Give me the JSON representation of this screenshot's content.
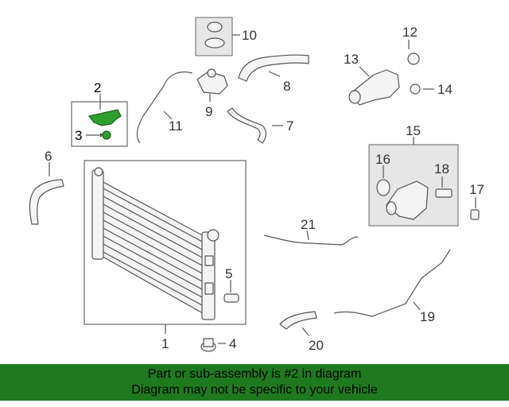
{
  "banner": {
    "line1": "Part or sub-assembly is #2 in diagram",
    "line2": "Diagram may not be specific to your vehicle",
    "background": "#1f7a1f"
  },
  "callouts": {
    "c1": "1",
    "c2": "2",
    "c3": "3",
    "c4": "4",
    "c5": "5",
    "c6": "6",
    "c7": "7",
    "c8": "8",
    "c9": "9",
    "c10": "10",
    "c11": "11",
    "c12": "12",
    "c13": "13",
    "c14": "14",
    "c15": "15",
    "c16": "16",
    "c17": "17",
    "c18": "18",
    "c19": "19",
    "c20": "20",
    "c21": "21"
  },
  "highlight_color": "#2e9e2e"
}
